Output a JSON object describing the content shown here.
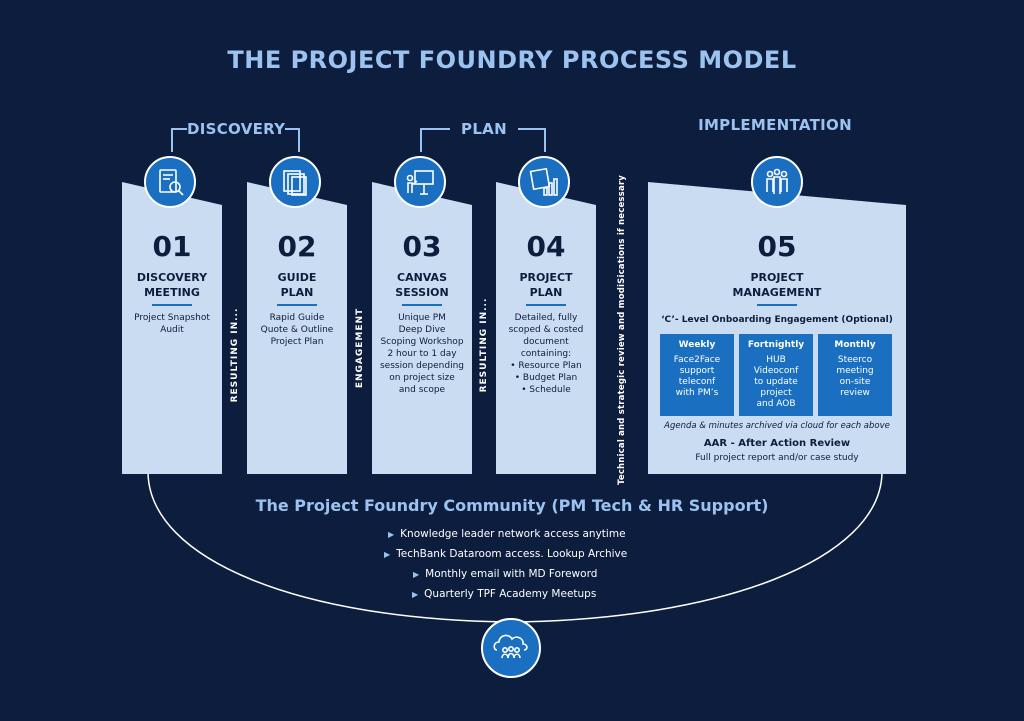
{
  "title": "THE PROJECT FOUNDRY PROCESS MODEL",
  "phases": {
    "discovery": "DISCOVERY",
    "plan": "PLAN",
    "implementation": "IMPLEMENTATION"
  },
  "steps": [
    {
      "number": "01",
      "title_line1": "DISCOVERY",
      "title_line2": "MEETING",
      "desc": [
        "Project Snapshot",
        "Audit"
      ],
      "icon": "audit-icon"
    },
    {
      "number": "02",
      "title_line1": "GUIDE",
      "title_line2": "PLAN",
      "desc": [
        "Rapid Guide",
        "Quote & Outline",
        "Project Plan"
      ],
      "icon": "documents-icon"
    },
    {
      "number": "03",
      "title_line1": "CANVAS",
      "title_line2": "SESSION",
      "desc": [
        "Unique PM",
        "Deep Dive",
        "Scoping Workshop",
        "2 hour to 1 day",
        "session depending",
        "on project size",
        "and scope"
      ],
      "icon": "presentation-icon"
    },
    {
      "number": "04",
      "title_line1": "PROJECT",
      "title_line2": "PLAN",
      "desc": [
        "Detailed, fully",
        "scoped & costed",
        "document",
        "containing:",
        "• Resource Plan",
        "• Budget Plan",
        "• Schedule"
      ],
      "icon": "chart-report-icon"
    },
    {
      "number": "05",
      "title_line1": "PROJECT",
      "title_line2": "MANAGEMENT",
      "icon": "team-icon"
    }
  ],
  "connectors": [
    "RESULTING IN...",
    "ENGAGEMENT",
    "RESULTING IN...",
    "Technical and strategic review and modiSications if necessary"
  ],
  "implementation": {
    "onboarding": "‘C’- Level Onboarding Engagement (Optional)",
    "boxes": [
      {
        "label": "Weekly",
        "lines": [
          "Face2Face",
          "support",
          "teleconf",
          "with PM’s"
        ]
      },
      {
        "label": "Fortnightly",
        "lines": [
          "HUB",
          "Videoconf",
          "to update",
          "project",
          "and AOB"
        ]
      },
      {
        "label": "Monthly",
        "lines": [
          "Steerco",
          "meeting",
          "on-site",
          "review"
        ]
      }
    ],
    "agenda_note": "Agenda & minutes archived via cloud for each above",
    "aar_title": "AAR - After Action Review",
    "aar_desc": "Full project report and/or case study"
  },
  "community": {
    "title": "The Project Foundry Community (PM Tech & HR Support)",
    "items": [
      "Knowledge leader network access anytime",
      "TechBank Dataroom access. Lookup Archive",
      "Monthly email with MD Foreword",
      "Quarterly TPF Academy Meetups"
    ],
    "icon": "cloud-community-icon"
  },
  "colors": {
    "background": "#0d1d3d",
    "panel": "#c9dcf2",
    "accent": "#1a6fc0",
    "heading": "#9cc3ef"
  }
}
